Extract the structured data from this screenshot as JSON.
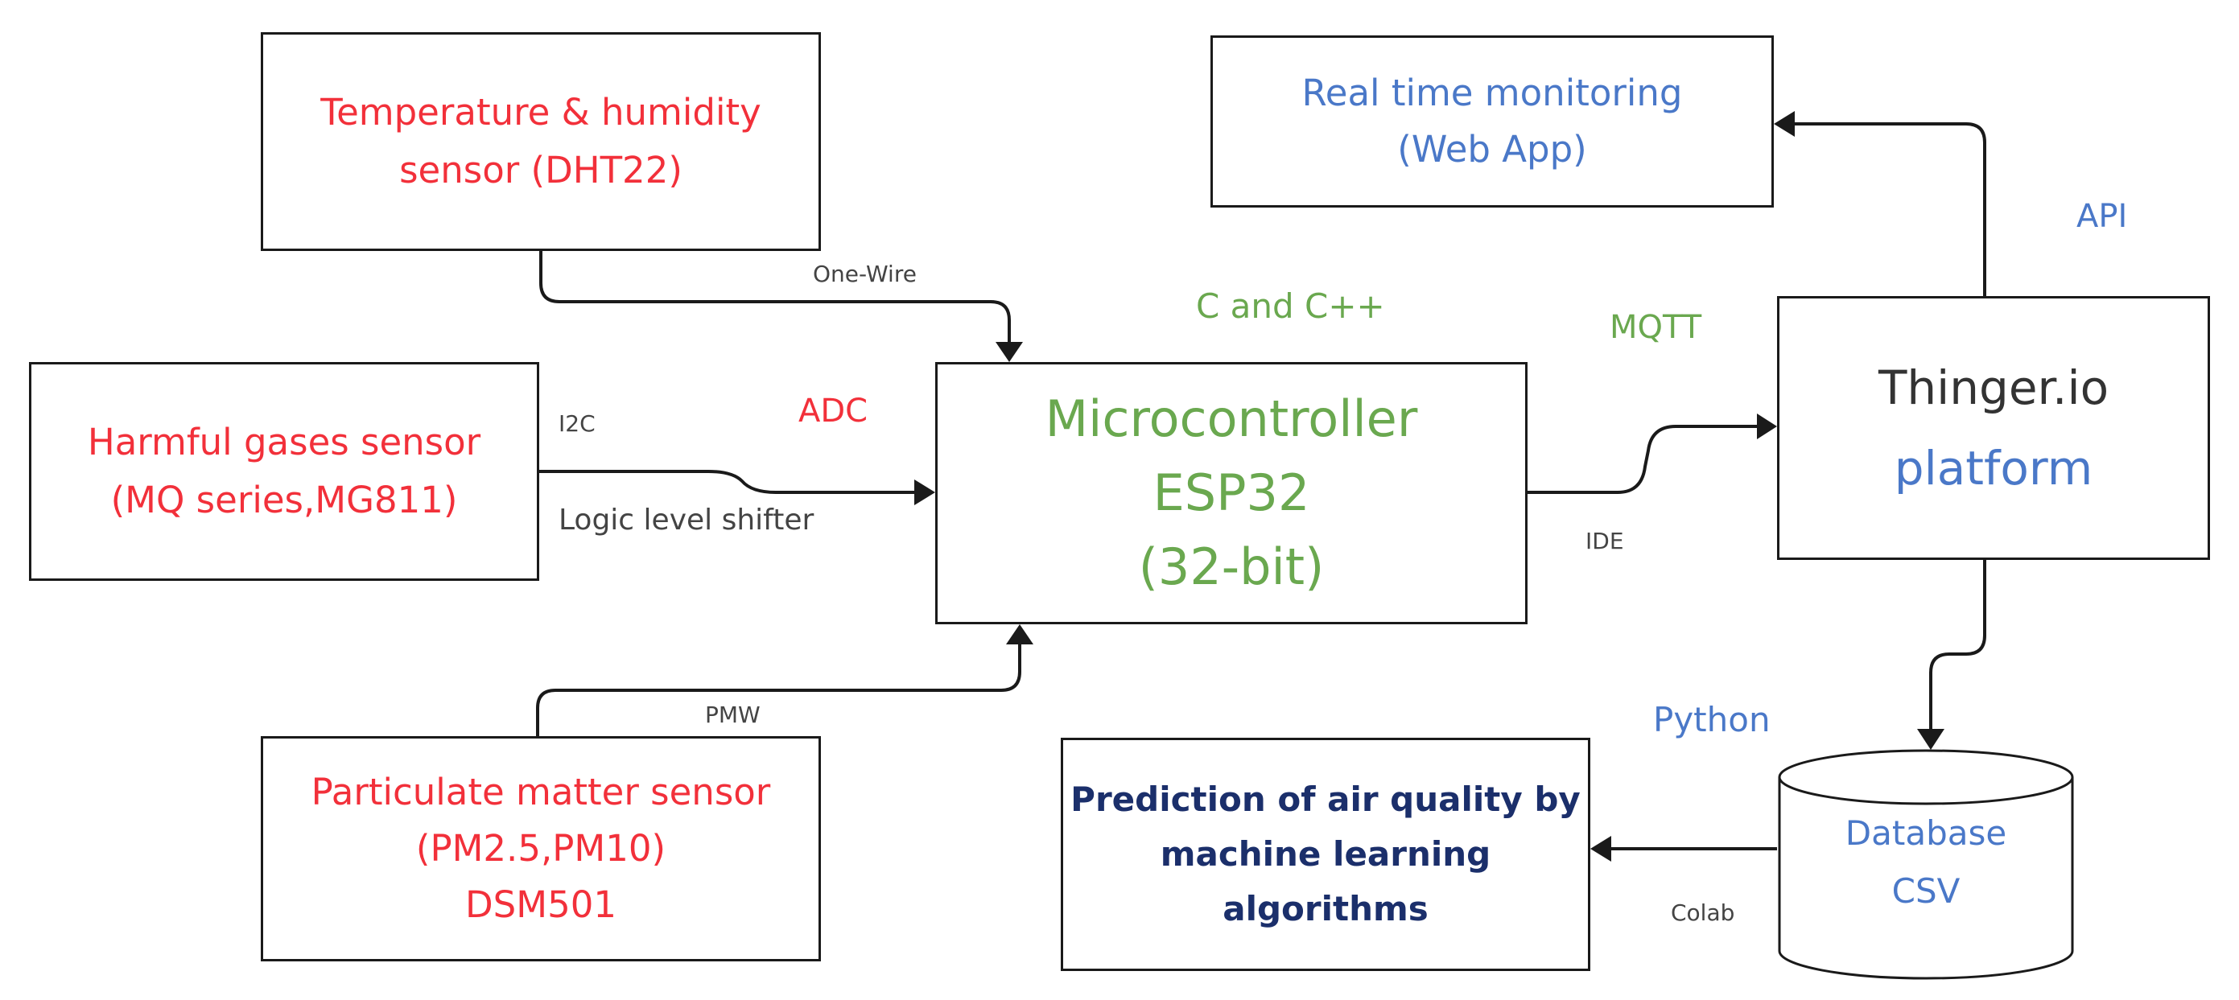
{
  "nodes": {
    "dht": {
      "lines": [
        "Temperature & humidity",
        "sensor  (DHT22)"
      ],
      "color": "#f2303a"
    },
    "gas": {
      "lines": [
        "Harmful gases sensor",
        "(MQ series,MG811)"
      ],
      "color": "#f2303a"
    },
    "pm": {
      "lines": [
        "Particulate matter sensor",
        "(PM2.5,PM10)",
        "DSM501"
      ],
      "color": "#f2303a"
    },
    "mcu": {
      "lines": [
        "Microcontroller",
        "ESP32",
        "(32-bit)"
      ],
      "color": "#6aa84f"
    },
    "web": {
      "lines": [
        "Real time monitoring",
        "(Web App)"
      ],
      "color": "#4a78c8"
    },
    "thinger": {
      "lines": [
        "Thinger.io",
        "platform"
      ],
      "colors": [
        "#333333",
        "#4a78c8"
      ]
    },
    "prediction": {
      "lines": [
        "Prediction of air quality by",
        "machine learning",
        "algorithms"
      ],
      "color": "#1b2f6b"
    },
    "database": {
      "lines": [
        "Database",
        "CSV"
      ],
      "color": "#4a78c8"
    }
  },
  "labels": {
    "one_wire": "One-Wire",
    "i2c": "I2C",
    "logic_shifter": "Logic level shifter",
    "adc": "ADC",
    "pmw": "PMW",
    "c_cpp": "C and C++",
    "mqtt": "MQTT",
    "ide": "IDE",
    "api": "API",
    "python": "Python",
    "colab": "Colab"
  },
  "colors": {
    "sensor_text": "#f2303a",
    "mcu_text": "#6aa84f",
    "platform_text": "#4a78c8",
    "prediction_text": "#1b2f6b",
    "edge_label": "#444444",
    "stroke": "#1a1a1a"
  }
}
